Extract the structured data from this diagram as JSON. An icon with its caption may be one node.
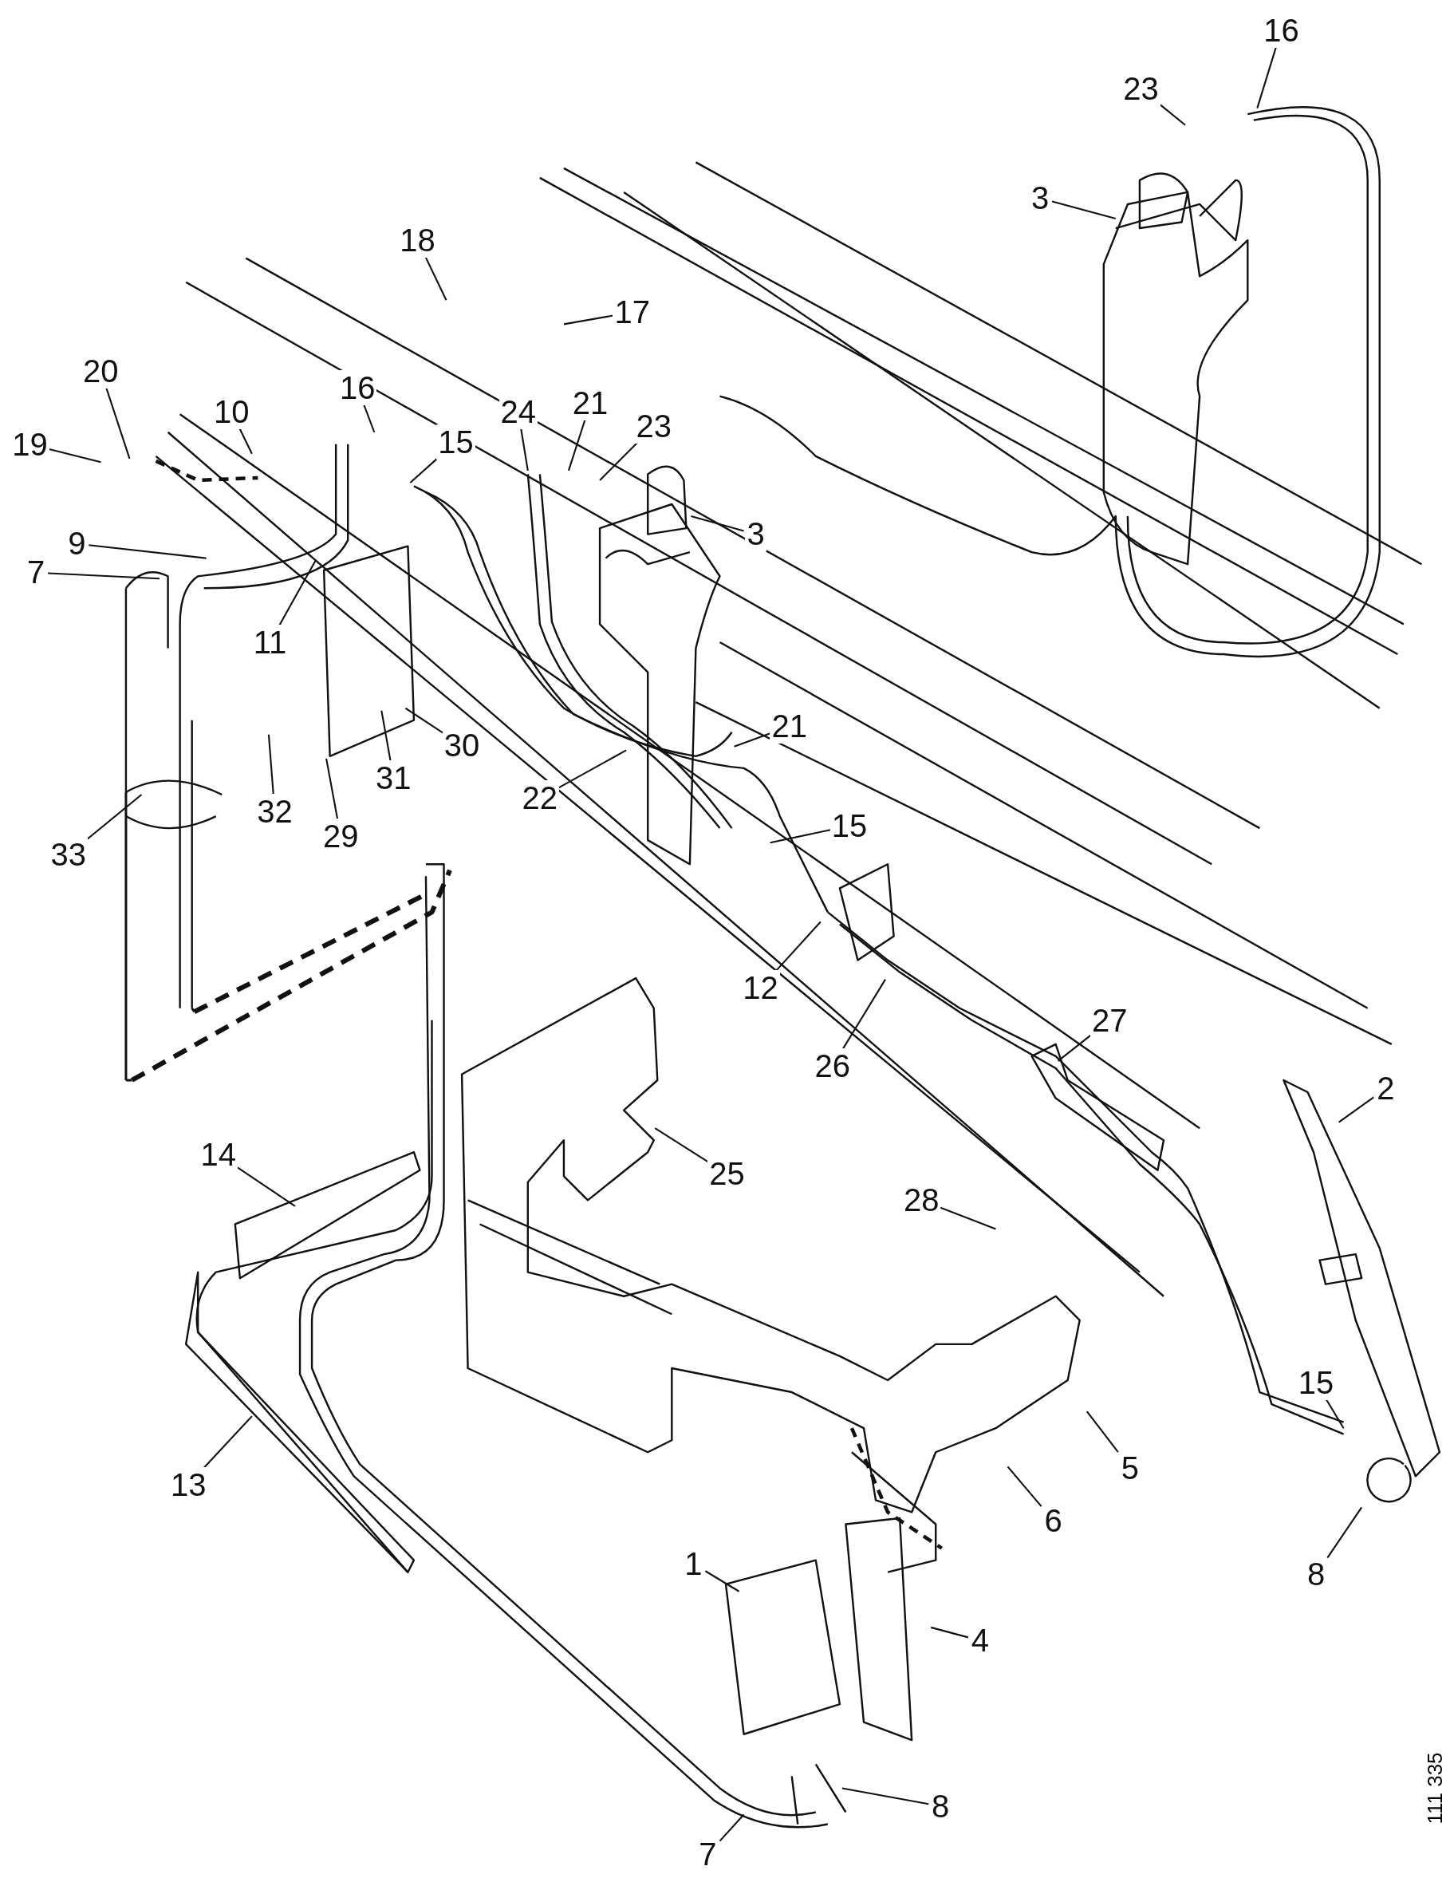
{
  "diagram": {
    "nodes": [
      {
        "text": [
          "16"
        ]
      },
      {
        "text": [
          "23"
        ]
      },
      {
        "text": [
          "3"
        ]
      },
      {
        "text": [
          "18"
        ]
      },
      {
        "text": [
          "17"
        ]
      },
      {
        "text": [
          "20"
        ]
      },
      {
        "text": [
          "16"
        ]
      },
      {
        "text": [
          "21"
        ]
      },
      {
        "text": [
          "10"
        ]
      },
      {
        "text": [
          "24"
        ]
      },
      {
        "text": [
          "23"
        ]
      },
      {
        "text": [
          "15"
        ]
      },
      {
        "text": [
          "19"
        ]
      },
      {
        "text": [
          "3"
        ]
      },
      {
        "text": [
          "9"
        ]
      },
      {
        "text": [
          "7"
        ]
      },
      {
        "text": [
          "11"
        ]
      },
      {
        "text": [
          "21"
        ]
      },
      {
        "text": [
          "30"
        ]
      },
      {
        "text": [
          "31"
        ]
      },
      {
        "text": [
          "22"
        ]
      },
      {
        "text": [
          "32"
        ]
      },
      {
        "text": [
          "15"
        ]
      },
      {
        "text": [
          "29"
        ]
      },
      {
        "text": [
          "33"
        ]
      },
      {
        "text": [
          "12"
        ]
      },
      {
        "text": [
          "27"
        ]
      },
      {
        "text": [
          "26"
        ]
      },
      {
        "text": [
          "2"
        ]
      },
      {
        "text": [
          "14"
        ]
      },
      {
        "text": [
          "25"
        ]
      },
      {
        "text": [
          "28"
        ]
      },
      {
        "text": [
          "15"
        ]
      },
      {
        "text": [
          "5"
        ]
      },
      {
        "text": [
          "13"
        ]
      },
      {
        "text": [
          "6"
        ]
      },
      {
        "text": [
          "1"
        ]
      },
      {
        "text": [
          "8"
        ]
      },
      {
        "text": [
          "4"
        ]
      },
      {
        "text": [
          "8"
        ]
      },
      {
        "text": [
          "7"
        ]
      }
    ],
    "edges": [
      {
        "from": 0,
        "to": null,
        "arrow": "none"
      },
      {
        "from": 1,
        "to": null,
        "arrow": "none"
      },
      {
        "from": 2,
        "to": null,
        "arrow": "none"
      },
      {
        "from": 3,
        "to": null,
        "arrow": "none"
      },
      {
        "from": 4,
        "to": null,
        "arrow": "none"
      },
      {
        "from": 5,
        "to": null,
        "arrow": "none"
      },
      {
        "from": 6,
        "to": null,
        "arrow": "none"
      },
      {
        "from": 7,
        "to": null,
        "arrow": "none"
      },
      {
        "from": 8,
        "to": null,
        "arrow": "none"
      },
      {
        "from": 9,
        "to": null,
        "arrow": "none"
      },
      {
        "from": 10,
        "to": null,
        "arrow": "none"
      },
      {
        "from": 11,
        "to": null,
        "arrow": "none"
      },
      {
        "from": 12,
        "to": null,
        "arrow": "none"
      },
      {
        "from": 13,
        "to": null,
        "arrow": "none"
      },
      {
        "from": 14,
        "to": null,
        "arrow": "none"
      },
      {
        "from": 15,
        "to": null,
        "arrow": "none"
      },
      {
        "from": 16,
        "to": null,
        "arrow": "none"
      },
      {
        "from": 17,
        "to": null,
        "arrow": "none"
      },
      {
        "from": 18,
        "to": null,
        "arrow": "none"
      },
      {
        "from": 19,
        "to": null,
        "arrow": "none"
      },
      {
        "from": 20,
        "to": null,
        "arrow": "none"
      },
      {
        "from": 21,
        "to": null,
        "arrow": "none"
      },
      {
        "from": 22,
        "to": null,
        "arrow": "none"
      },
      {
        "from": 23,
        "to": null,
        "arrow": "none"
      },
      {
        "from": 24,
        "to": null,
        "arrow": "none"
      },
      {
        "from": 25,
        "to": null,
        "arrow": "none"
      },
      {
        "from": 26,
        "to": null,
        "arrow": "none"
      },
      {
        "from": 27,
        "to": null,
        "arrow": "none"
      },
      {
        "from": 28,
        "to": null,
        "arrow": "none"
      },
      {
        "from": 29,
        "to": null,
        "arrow": "none"
      },
      {
        "from": 30,
        "to": null,
        "arrow": "none"
      },
      {
        "from": 31,
        "to": null,
        "arrow": "none"
      },
      {
        "from": 32,
        "to": null,
        "arrow": "none"
      },
      {
        "from": 33,
        "to": null,
        "arrow": "none"
      },
      {
        "from": 34,
        "to": null,
        "arrow": "none"
      },
      {
        "from": 35,
        "to": null,
        "arrow": "none"
      },
      {
        "from": 36,
        "to": null,
        "arrow": "none"
      },
      {
        "from": 37,
        "to": null,
        "arrow": "none"
      },
      {
        "from": 38,
        "to": null,
        "arrow": "none"
      },
      {
        "from": 39,
        "to": null,
        "arrow": "none"
      },
      {
        "from": 40,
        "to": null,
        "arrow": "none"
      }
    ],
    "labels": [
      "111 335"
    ]
  }
}
